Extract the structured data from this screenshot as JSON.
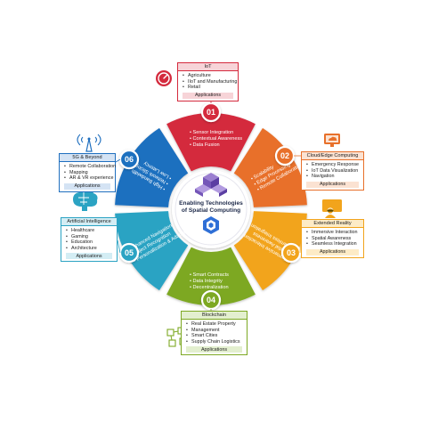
{
  "center": {
    "title_line1": "Enabling Technologies",
    "title_line2": "of Spatial Computing"
  },
  "sectors": [
    {
      "number": "01",
      "color": "#d42a3d",
      "features": [
        "Sensor Integration",
        "Contextual Awareness",
        "Data Fusion"
      ]
    },
    {
      "number": "02",
      "color": "#e8702a",
      "features": [
        "Scalability",
        "Edge Processing",
        "Remote Collaboration"
      ]
    },
    {
      "number": "03",
      "color": "#f2a41c",
      "features": [
        "Immersive Interaction",
        "Spatial Awareness",
        "Seamless Integration"
      ]
    },
    {
      "number": "04",
      "color": "#7da823",
      "features": [
        "Smart Contracts",
        "Data Integrity",
        "Decentralization"
      ]
    },
    {
      "number": "05",
      "color": "#2ba3c3",
      "features": [
        "Enhanced Navigation",
        "Object Recognition",
        "Personalization & Adaptation"
      ]
    },
    {
      "number": "06",
      "color": "#1f6fbf",
      "features": [
        "High Bandwidth",
        "Network Slicing",
        "Low Latency"
      ]
    }
  ],
  "callouts": [
    {
      "title": "IoT",
      "color": "#d42a3d",
      "tint": "#f7d4d8",
      "icon": "gauge-icon",
      "items": [
        "Agriculture",
        "IIoT and Manufacturing",
        "Retail"
      ],
      "apps_label": "Applications"
    },
    {
      "title": "Cloud/Edge Computing",
      "color": "#e8702a",
      "tint": "#fbe2d2",
      "icon": "cloud-monitor-icon",
      "items": [
        "Emergency Response",
        "IoT Data Visualization",
        "Navigation"
      ],
      "apps_label": "Applications"
    },
    {
      "title": "Extended Reality",
      "color": "#f2a41c",
      "tint": "#fdebc6",
      "icon": "vr-user-icon",
      "items": [
        "Immersive Interaction",
        "Spatial Awareness",
        "Seamless Integration"
      ],
      "apps_label": "Applications"
    },
    {
      "title": "Blockchain",
      "color": "#7da823",
      "tint": "#e3efcf",
      "icon": "network-blocks-icon",
      "items": [
        "Real Estate Property",
        "Management",
        "Smart Cities",
        "Supply Chain Logistics"
      ],
      "apps_label": "Applications"
    },
    {
      "title": "Artificial Intelligence",
      "color": "#2ba3c3",
      "tint": "#d3edf4",
      "icon": "brain-icon",
      "items": [
        "Healthcare",
        "Gaming",
        "Education",
        "Architecture"
      ],
      "apps_label": "Applications"
    },
    {
      "title": "5G & Beyond",
      "color": "#1f6fbf",
      "tint": "#d4e3f4",
      "icon": "signal-tower-icon",
      "items": [
        "Remote Collaboration",
        "Mapping",
        "AR & VR experience"
      ],
      "apps_label": "Applications"
    }
  ]
}
